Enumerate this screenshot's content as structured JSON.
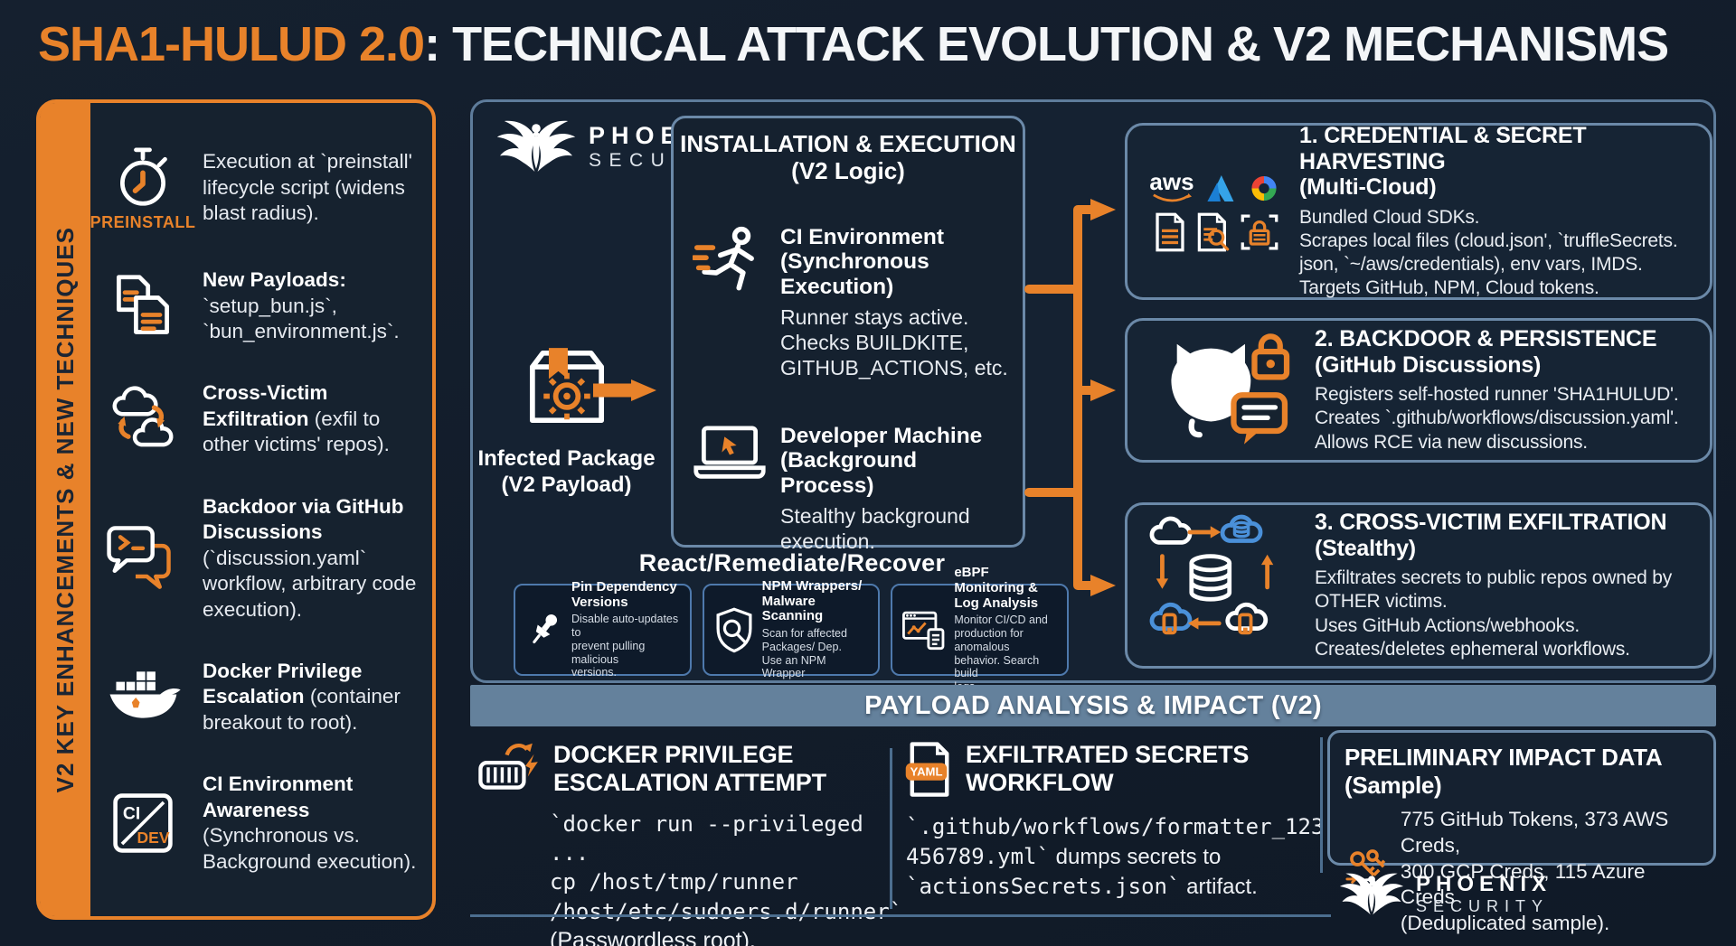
{
  "title": {
    "highlight": "SHA1-HULUD 2.0",
    "rest": ": TECHNICAL ATTACK EVOLUTION & V2 MECHANISMS"
  },
  "colors": {
    "accent": "#e8822a",
    "panel_border": "#6b89a8",
    "bar_bg": "#64819c",
    "background": "#121c2a",
    "azure_blue": "#35a3e8"
  },
  "brand": {
    "line1": "PHOENIX",
    "line2": "SECURITY"
  },
  "sidebar": {
    "vertical_label": "V2 KEY ENHANCEMENTS & NEW TECHNIQUES",
    "items": [
      {
        "icon": "stopwatch-icon",
        "icon_label": "PREINSTALL",
        "bold": "",
        "text": "Execution at `preinstall' lifecycle script (widens blast radius)."
      },
      {
        "icon": "documents-icon",
        "icon_label": "",
        "bold": "New Payloads:",
        "text": "`setup_bun.js`, `bun_environment.js`."
      },
      {
        "icon": "cloud-sync-icon",
        "icon_label": "",
        "bold": "Cross-Victim Exfiltration",
        "text": "(exfil to other victims' repos)."
      },
      {
        "icon": "chat-terminal-icon",
        "icon_label": "",
        "bold": "Backdoor via GitHub Discussions",
        "text": "(`discussion.yaml` workflow, arbitrary code execution)."
      },
      {
        "icon": "docker-whale-icon",
        "icon_label": "",
        "bold": "Docker Privilege Escalation",
        "text": "(container breakout to root)."
      },
      {
        "icon": "ci-dev-icon",
        "icon_label": "",
        "bold": "CI Environment Awareness",
        "text": "(Synchronous vs. Background execution)."
      }
    ],
    "ci_icon": {
      "ci_label": "CI",
      "dev_label": "DEV"
    }
  },
  "flow": {
    "infected_package": {
      "label": "Infected Package\n(V2 Payload)"
    },
    "install_panel": {
      "title": "INSTALLATION & EXECUTION\n(V2 Logic)",
      "ci": {
        "icon": "running-person-icon",
        "heading": "CI Environment\n(Synchronous Execution)",
        "body": "Runner stays active.\nChecks BUILDKITE,\nGITHUB_ACTIONS, etc."
      },
      "dev": {
        "icon": "laptop-cursor-icon",
        "heading": "Developer Machine\n(Background Process)",
        "body": "Stealthy background\nexecution."
      }
    },
    "remediate": {
      "heading": "React/Remediate/Recover",
      "boxes": [
        {
          "icon": "pushpin-icon",
          "title": "Pin Dependency\nVersions",
          "body": "Disable auto-updates to\nprevent pulling malicious\nversions."
        },
        {
          "icon": "shield-scan-icon",
          "title": "NPM Wrappers/\nMalware Scanning",
          "body": "Scan for affected\nPackages/ Dep.\nUse an NPM Wrapper"
        },
        {
          "icon": "ebpf-monitor-icon",
          "title": "eBPF Monitoring &\nLog Analysis",
          "body": "Monitor CI/CD and\nproduction for anomalous\nbehavior. Search build\nlogs."
        }
      ]
    },
    "stages": [
      {
        "icons": "aws-azure-gcp-docs-lock-icons",
        "aws_label": "aws",
        "title": "1. CREDENTIAL & SECRET HARVESTING\n(Multi-Cloud)",
        "body": "Bundled Cloud SDKs.\nScrapes local files (cloud.json', `truffleSecrets.\njson, `~/aws/credentials), env vars, IMDS.\nTargets GitHub, NPM, Cloud tokens."
      },
      {
        "icons": "github-lock-discussion-icons",
        "title": "2. BACKDOOR & PERSISTENCE\n(GitHub Discussions)",
        "body": "Registers self-hosted runner 'SHA1HULUD'.\nCreates `.github/workflows/discussion.yaml'.\nAllows RCE via new discussions."
      },
      {
        "icons": "cloud-db-exfil-icons",
        "title": "3. CROSS-VICTIM EXFILTRATION (Stealthy)",
        "body": "Exfiltrates secrets to public repos owned by\nOTHER victims.\nUses GitHub Actions/webhooks.\nCreates/deletes ephemeral workflows."
      }
    ]
  },
  "payload_bar": {
    "title": "PAYLOAD ANALYSIS & IMPACT (V2)"
  },
  "bottom": {
    "docker": {
      "icon": "container-escape-icon",
      "title": "DOCKER PRIVILEGE\nESCALATION ATTEMPT",
      "code": "`docker run --privileged ...\ncp /host/tmp/runner\n/host/etc/sudoers.d/runner`",
      "note": "(Passwordless root)."
    },
    "secrets": {
      "icon": "yaml-file-icon",
      "yaml_badge": "YAML",
      "title": "EXFILTRATED SECRETS\nWORKFLOW",
      "code_lines": [
        {
          "mono": "`.github/workflows/formatter_123",
          "sans": ""
        },
        {
          "mono": "456789.yml`",
          "sans": " dumps secrets to"
        },
        {
          "mono": "`actionsSecrets.json`",
          "sans": " artifact."
        }
      ]
    },
    "impact": {
      "icon": "keys-database-icon",
      "title": "PRELIMINARY IMPACT DATA (Sample)",
      "body": "775 GitHub Tokens, 373 AWS Creds,\n300 GCP Creds, 115 Azure Creds\n(Deduplicated sample)."
    }
  }
}
